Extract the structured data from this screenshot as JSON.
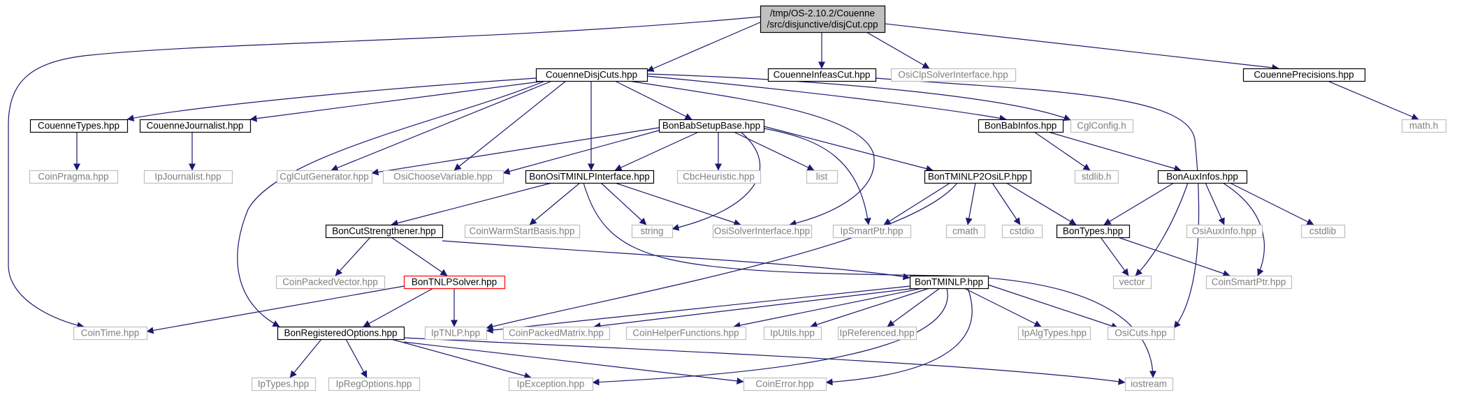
{
  "graph": {
    "colors": {
      "edge": "#191970",
      "box_strong": "#000000",
      "box_weak": "#bfbfbf",
      "box_root_fill": "#bfbfbf",
      "box_missing": "#ff0000",
      "text_strong": "#000000",
      "text_weak": "#7f7f7f"
    },
    "nodes": [
      {
        "id": "root",
        "lines": [
          "/tmp/OS-2.10.2/Couenne",
          "/src/disjunctive/disjCut.cpp"
        ],
        "style": "root"
      },
      {
        "id": "couenneDisjCuts",
        "lines": [
          "CouenneDisjCuts.hpp"
        ],
        "style": "strong"
      },
      {
        "id": "couenneInfeasCut",
        "lines": [
          "CouenneInfeasCut.hpp"
        ],
        "style": "strong"
      },
      {
        "id": "osiClpSolverInterface",
        "lines": [
          "OsiClpSolverInterface.hpp"
        ],
        "style": "weak"
      },
      {
        "id": "couennePrecisions",
        "lines": [
          "CouennePrecisions.hpp"
        ],
        "style": "strong"
      },
      {
        "id": "couenneTypes",
        "lines": [
          "CouenneTypes.hpp"
        ],
        "style": "strong"
      },
      {
        "id": "couenneJournalist",
        "lines": [
          "CouenneJournalist.hpp"
        ],
        "style": "strong"
      },
      {
        "id": "bonBabSetupBase",
        "lines": [
          "BonBabSetupBase.hpp"
        ],
        "style": "strong"
      },
      {
        "id": "bonBabInfos",
        "lines": [
          "BonBabInfos.hpp"
        ],
        "style": "strong"
      },
      {
        "id": "cglConfig",
        "lines": [
          "CglConfig.h"
        ],
        "style": "weak"
      },
      {
        "id": "mathH",
        "lines": [
          "math.h"
        ],
        "style": "weak"
      },
      {
        "id": "coinPragma",
        "lines": [
          "CoinPragma.hpp"
        ],
        "style": "weak"
      },
      {
        "id": "ipJournalist",
        "lines": [
          "IpJournalist.hpp"
        ],
        "style": "weak"
      },
      {
        "id": "cglCutGenerator",
        "lines": [
          "CglCutGenerator.hpp"
        ],
        "style": "weak"
      },
      {
        "id": "osiChooseVariable",
        "lines": [
          "OsiChooseVariable.hpp"
        ],
        "style": "weak"
      },
      {
        "id": "bonOsiTMINLPInterface",
        "lines": [
          "BonOsiTMINLPInterface.hpp"
        ],
        "style": "strong"
      },
      {
        "id": "cbcHeuristic",
        "lines": [
          "CbcHeuristic.hpp"
        ],
        "style": "weak"
      },
      {
        "id": "list",
        "lines": [
          "list"
        ],
        "style": "weak"
      },
      {
        "id": "bonTMINLP2OsiLP",
        "lines": [
          "BonTMINLP2OsiLP.hpp"
        ],
        "style": "strong"
      },
      {
        "id": "stdlibH",
        "lines": [
          "stdlib.h"
        ],
        "style": "weak"
      },
      {
        "id": "bonAuxInfos",
        "lines": [
          "BonAuxInfos.hpp"
        ],
        "style": "strong"
      },
      {
        "id": "bonCutStrengthener",
        "lines": [
          "BonCutStrengthener.hpp"
        ],
        "style": "strong"
      },
      {
        "id": "coinWarmStartBasis",
        "lines": [
          "CoinWarmStartBasis.hpp"
        ],
        "style": "weak"
      },
      {
        "id": "string",
        "lines": [
          "string"
        ],
        "style": "weak"
      },
      {
        "id": "osiSolverInterface",
        "lines": [
          "OsiSolverInterface.hpp"
        ],
        "style": "weak"
      },
      {
        "id": "ipSmartPtr",
        "lines": [
          "IpSmartPtr.hpp"
        ],
        "style": "weak"
      },
      {
        "id": "cmath",
        "lines": [
          "cmath"
        ],
        "style": "weak"
      },
      {
        "id": "cstdio",
        "lines": [
          "cstdio"
        ],
        "style": "weak"
      },
      {
        "id": "bonTypes",
        "lines": [
          "BonTypes.hpp"
        ],
        "style": "strong"
      },
      {
        "id": "osiAuxInfo",
        "lines": [
          "OsiAuxInfo.hpp"
        ],
        "style": "weak"
      },
      {
        "id": "cstdlib",
        "lines": [
          "cstdlib"
        ],
        "style": "weak"
      },
      {
        "id": "coinPackedVector",
        "lines": [
          "CoinPackedVector.hpp"
        ],
        "style": "weak"
      },
      {
        "id": "bonTNLPSolver",
        "lines": [
          "BonTNLPSolver.hpp"
        ],
        "style": "missing"
      },
      {
        "id": "bonTMINLP",
        "lines": [
          "BonTMINLP.hpp"
        ],
        "style": "strong"
      },
      {
        "id": "vector",
        "lines": [
          "vector"
        ],
        "style": "weak"
      },
      {
        "id": "coinSmartPtr",
        "lines": [
          "CoinSmartPtr.hpp"
        ],
        "style": "weak"
      },
      {
        "id": "coinTime",
        "lines": [
          "CoinTime.hpp"
        ],
        "style": "weak"
      },
      {
        "id": "bonRegisteredOptions",
        "lines": [
          "BonRegisteredOptions.hpp"
        ],
        "style": "strong"
      },
      {
        "id": "ipTNLP",
        "lines": [
          "IpTNLP.hpp"
        ],
        "style": "weak"
      },
      {
        "id": "coinPackedMatrix",
        "lines": [
          "CoinPackedMatrix.hpp"
        ],
        "style": "weak"
      },
      {
        "id": "coinHelperFunctions",
        "lines": [
          "CoinHelperFunctions.hpp"
        ],
        "style": "weak"
      },
      {
        "id": "ipUtils",
        "lines": [
          "IpUtils.hpp"
        ],
        "style": "weak"
      },
      {
        "id": "ipReferenced",
        "lines": [
          "IpReferenced.hpp"
        ],
        "style": "weak"
      },
      {
        "id": "ipAlgTypes",
        "lines": [
          "IpAlgTypes.hpp"
        ],
        "style": "weak"
      },
      {
        "id": "osiCuts",
        "lines": [
          "OsiCuts.hpp"
        ],
        "style": "weak"
      },
      {
        "id": "ipTypes",
        "lines": [
          "IpTypes.hpp"
        ],
        "style": "weak"
      },
      {
        "id": "ipRegOptions",
        "lines": [
          "IpRegOptions.hpp"
        ],
        "style": "weak"
      },
      {
        "id": "ipException",
        "lines": [
          "IpException.hpp"
        ],
        "style": "weak"
      },
      {
        "id": "coinError",
        "lines": [
          "CoinError.hpp"
        ],
        "style": "weak"
      },
      {
        "id": "iostream",
        "lines": [
          "iostream"
        ],
        "style": "weak"
      }
    ]
  }
}
